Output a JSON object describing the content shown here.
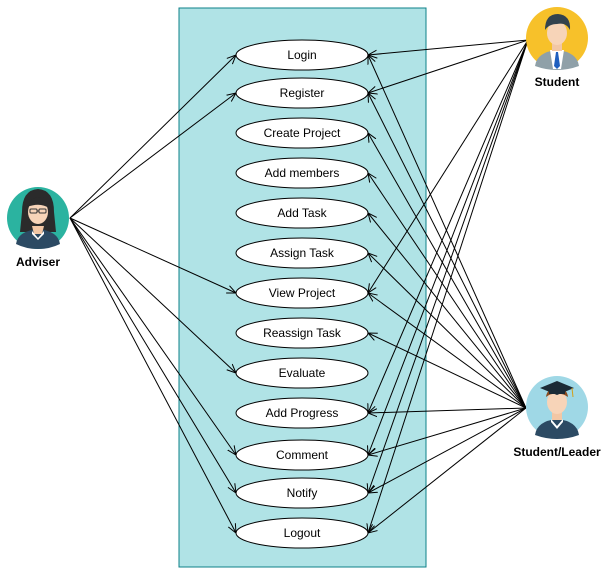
{
  "actors": {
    "adviser": {
      "label": "Adviser",
      "circle_color": "#2bb3a0"
    },
    "student": {
      "label": "Student",
      "circle_color": "#f7c12a"
    },
    "student_leader": {
      "label": "Student/Leader",
      "circle_color": "#9fd8e6"
    }
  },
  "system": {
    "fill": "#b0e3e6",
    "stroke": "#0e8088"
  },
  "usecases": [
    {
      "label": "Login"
    },
    {
      "label": "Register"
    },
    {
      "label": "Create Project"
    },
    {
      "label": "Add members"
    },
    {
      "label": "Add Task"
    },
    {
      "label": "Assign Task"
    },
    {
      "label": "View Project"
    },
    {
      "label": "Reassign Task"
    },
    {
      "label": "Evaluate"
    },
    {
      "label": "Add Progress"
    },
    {
      "label": "Comment"
    },
    {
      "label": "Notify"
    },
    {
      "label": "Logout"
    }
  ]
}
